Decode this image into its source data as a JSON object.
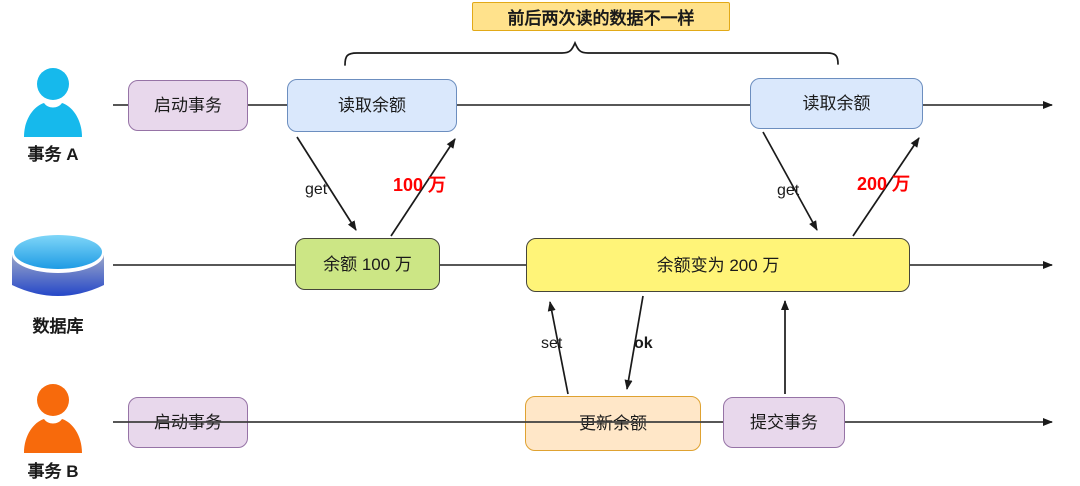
{
  "banner": {
    "label": "前后两次读的数据不一样"
  },
  "lanes": {
    "transaction_a": {
      "actor_label": "事务 A",
      "start_box": "启动事务",
      "read_box_1": "读取余额",
      "read_box_2": "读取余额"
    },
    "database": {
      "actor_label": "数据库",
      "balance_box_1": "余额 100 万",
      "balance_box_2": "余额变为 200 万"
    },
    "transaction_b": {
      "actor_label": "事务 B",
      "start_box": "启动事务",
      "update_box": "更新余额",
      "commit_box": "提交事务"
    }
  },
  "arrow_labels": {
    "get_1": "get",
    "result_1": "100 万",
    "get_2": "get",
    "result_2": "200 万",
    "set": "set",
    "ok": "ok"
  },
  "colors": {
    "highlight_red": "#FF0000",
    "banner_fill": "#FFE28C",
    "banner_border": "#E2A917",
    "purple_fill": "#E8D8EC",
    "purple_border": "#9673A6",
    "blue_fill": "#DAE8FC",
    "blue_border": "#6C8EBF",
    "green_fill": "#CCE685",
    "yellow_fill": "#FFF478",
    "orange_fill": "#FFE7C8",
    "orange_border": "#DFA231",
    "user_a_color": "#16B9EC",
    "user_b_color": "#F76A0C"
  }
}
